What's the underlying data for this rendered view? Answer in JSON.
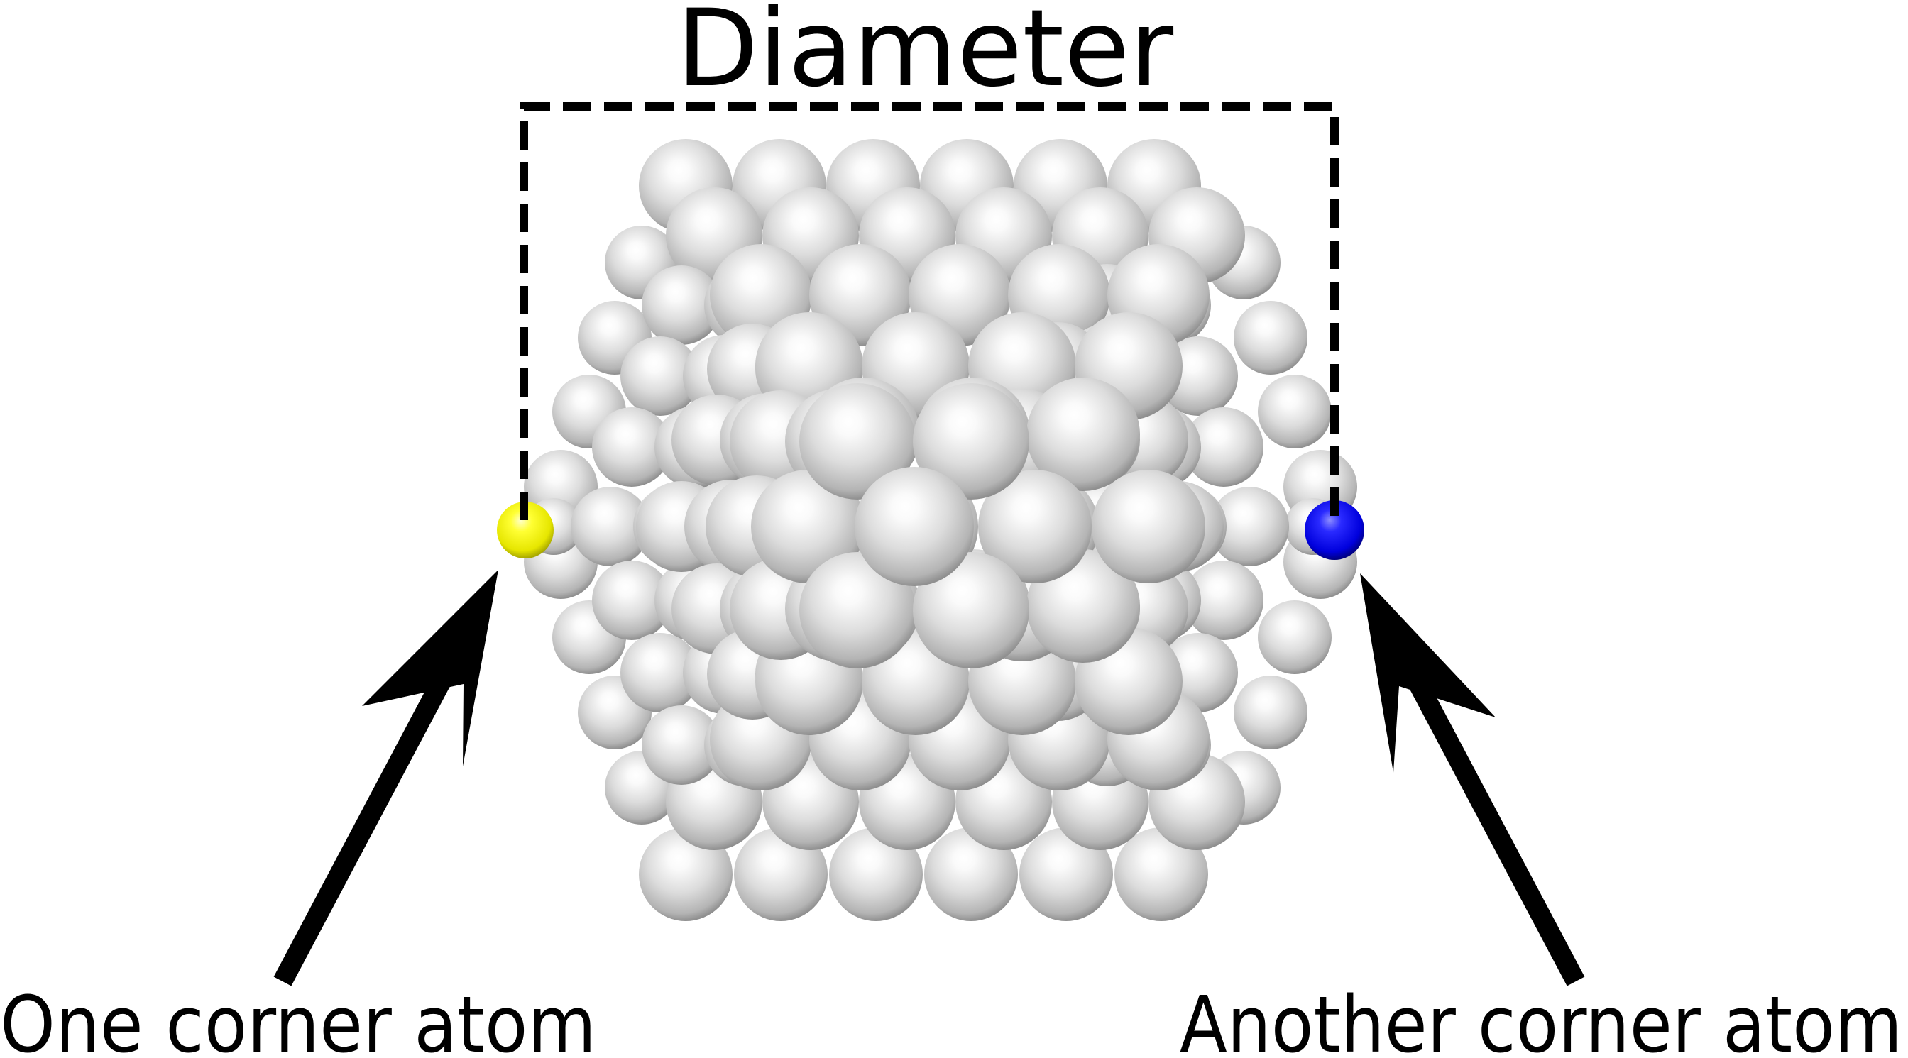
{
  "title": "Diameter",
  "labels": {
    "left": "One corner atom",
    "right": "Another corner atom"
  },
  "colors": {
    "atom": "#dcdcdc",
    "atom_shadow": "#8f8f8f",
    "corner_left": "#ffff00",
    "corner_right": "#0000ff",
    "line": "#000000"
  }
}
